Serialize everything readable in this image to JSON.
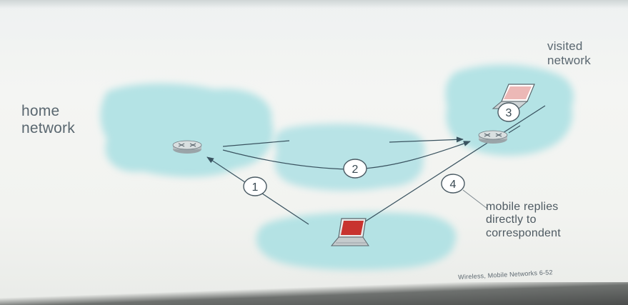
{
  "labels": {
    "home_network": "home network",
    "visited_network": "visited network",
    "callout": "mobile replies directly to correspondent",
    "footer": "Wireless, Mobile Networks  6-52"
  },
  "steps": [
    "1",
    "2",
    "3",
    "4"
  ],
  "colors": {
    "cloud": "#a9dfe3",
    "line": "#3a5360",
    "text": "#5a6770",
    "step_circle_fill": "#ffffff",
    "laptop_screen": "#c8332f"
  },
  "icons": [
    "router-icon",
    "laptop-icon"
  ]
}
